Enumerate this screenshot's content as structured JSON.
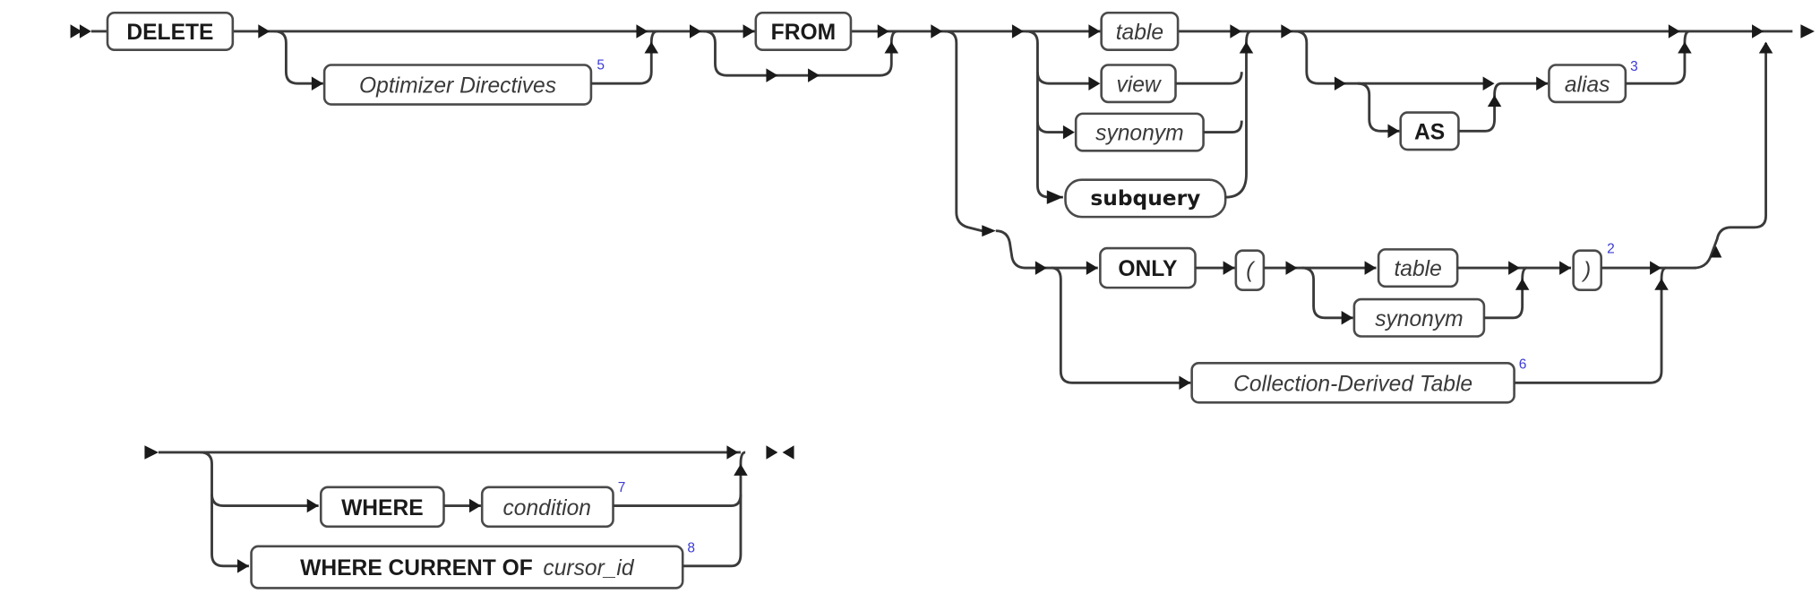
{
  "diagram": {
    "title": "DELETE statement syntax diagram",
    "colors": {
      "line": "#3a3a3a",
      "text": "#1a1a1a",
      "footnote": "#3b3bd6"
    },
    "keywords": {
      "delete": "DELETE",
      "from": "FROM",
      "only": "ONLY",
      "open_paren": "(",
      "close_paren": ")",
      "as": "AS",
      "where": "WHERE",
      "where_current_of": "WHERE CURRENT OF"
    },
    "variables": {
      "optimizer_directives": "Optimizer Directives",
      "table": "table",
      "view": "view",
      "synonym": "synonym",
      "subquery": "subquery",
      "alias": "alias",
      "only_table": "table",
      "only_synonym": "synonym",
      "collection_derived_table": "Collection-Derived Table",
      "condition": "condition",
      "cursor_id": "cursor_id"
    },
    "footnotes": {
      "optimizer_directives": "5",
      "alias": "3",
      "close_paren": "2",
      "collection_derived_table": "6",
      "condition": "7",
      "cursor_id": "8"
    }
  }
}
